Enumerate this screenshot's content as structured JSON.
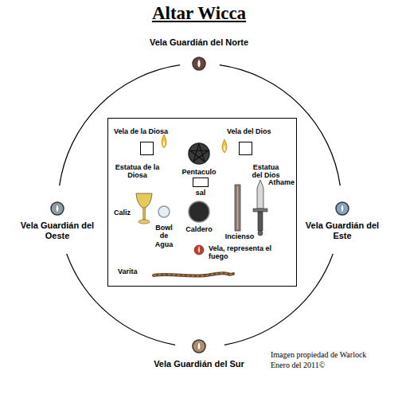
{
  "diagram": {
    "title": "Altar Wicca",
    "nodes": [
      {
        "text": [
          "Vela Guardián del Norte"
        ]
      },
      {
        "text": [
          "Vela de la Diosa",
          "Vela del Dios",
          "Caliz",
          "Incienso",
          "Athame",
          "Vela, representa el fuego",
          "Varita"
        ]
      },
      {
        "text": [
          "Estatua de la Diosa"
        ],
        "in": 1
      },
      {
        "text": [
          "Pentaculo"
        ],
        "in": 1
      },
      {
        "text": [
          "Estatua del Dios"
        ],
        "in": 1
      },
      {
        "text": [
          "sal"
        ],
        "in": 1
      },
      {
        "text": [
          "Bowl de Agua"
        ],
        "in": 1
      },
      {
        "text": [
          "Caldero"
        ],
        "in": 1
      },
      {
        "text": [
          "Vela Guardián del Oeste"
        ]
      },
      {
        "text": [
          "Vela Guardián del Este"
        ]
      },
      {
        "text": [
          "Vela Guardián del Sur"
        ]
      }
    ],
    "labels": [
      "Imagen propiedad de Warlock Enero del 2011©"
    ]
  }
}
